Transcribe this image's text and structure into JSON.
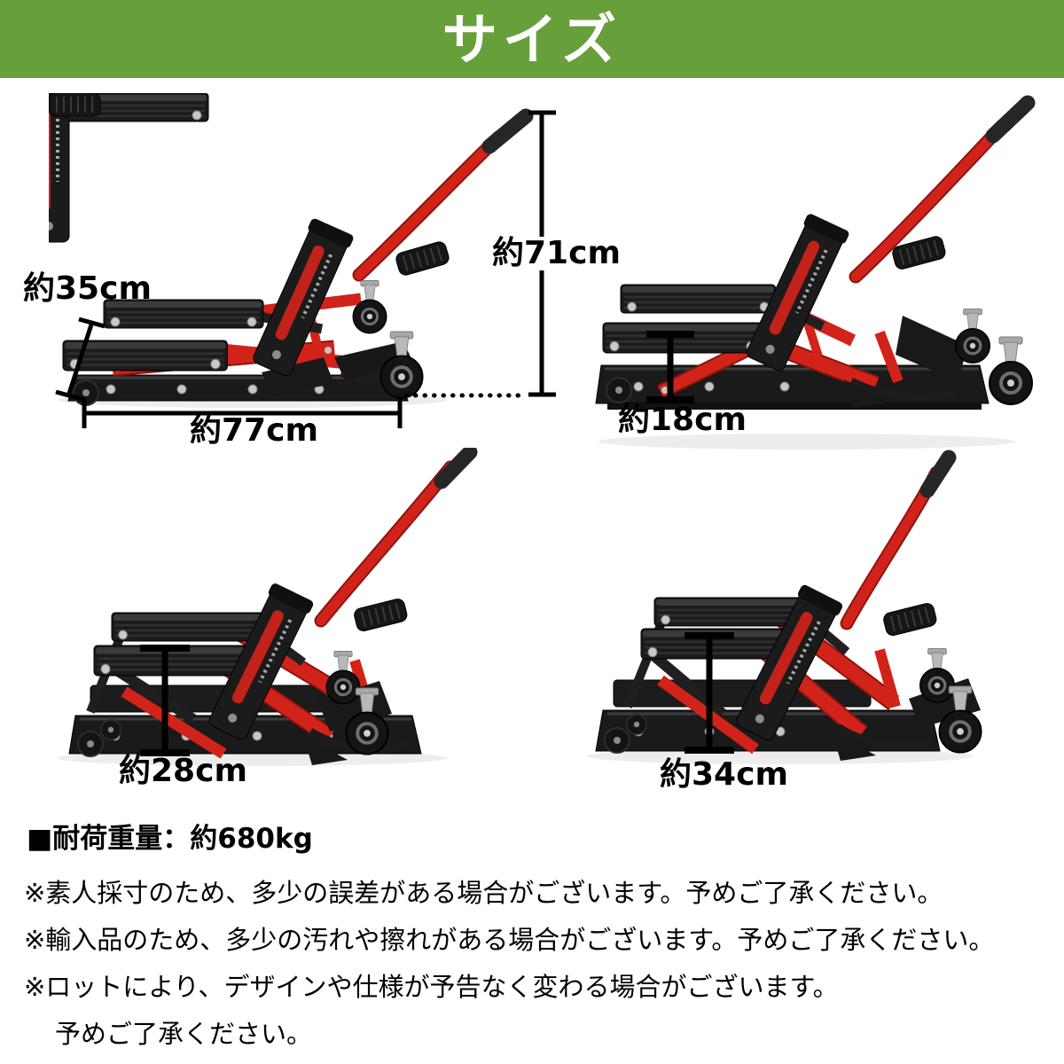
{
  "header": {
    "title": "サイズ"
  },
  "colors": {
    "header_green": "#67a03a",
    "jack_red": "#d2231a",
    "jack_black": "#1b1b1b",
    "annotation_black": "#000000",
    "title_white": "#ffffff"
  },
  "annotations": {
    "overall_height": "約35cm",
    "handle_height": "約71cm",
    "overall_length": "約77cm",
    "min_height": "約18cm",
    "mid_height": "約28cm",
    "max_height": "約34cm"
  },
  "specs": {
    "load_capacity": "■耐荷重量：約680kg"
  },
  "notes": [
    "※素人採寸のため、多少の誤差がある場合がございます。予めご了承ください。",
    "※輸入品のため、多少の汚れや擦れがある場合がございます。予めご了承ください。",
    "※ロットにより、デザインや仕様が予告なく変わる場合がございます。",
    "予めご了承ください。"
  ]
}
